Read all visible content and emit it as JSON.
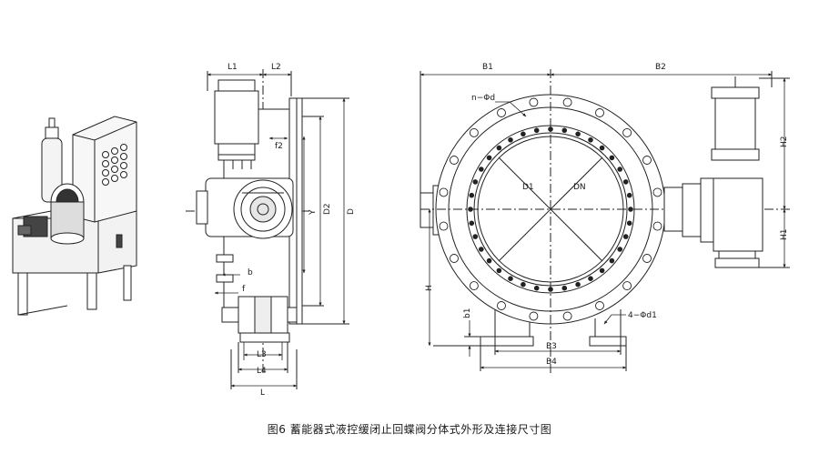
{
  "caption": "图6  蓄能器式液控缓闭止回蝶阀分体式外形及连接尺寸图",
  "side_view": {
    "L1": "L1",
    "L2": "L2",
    "f2": "f2",
    "Y": "Y",
    "D2": "D2",
    "D": "D",
    "b": "b",
    "f": "f",
    "L3": "L3",
    "L4": "L4",
    "L": "L"
  },
  "front_view": {
    "B1": "B1",
    "B2": "B2",
    "n_d": "n−Φd",
    "D1": "D1",
    "DN": "DN",
    "H": "H",
    "H1": "H1",
    "H2": "H2",
    "b1": "b1",
    "four_d1": "4−Φd1",
    "B3": "B3",
    "B4": "B4"
  }
}
